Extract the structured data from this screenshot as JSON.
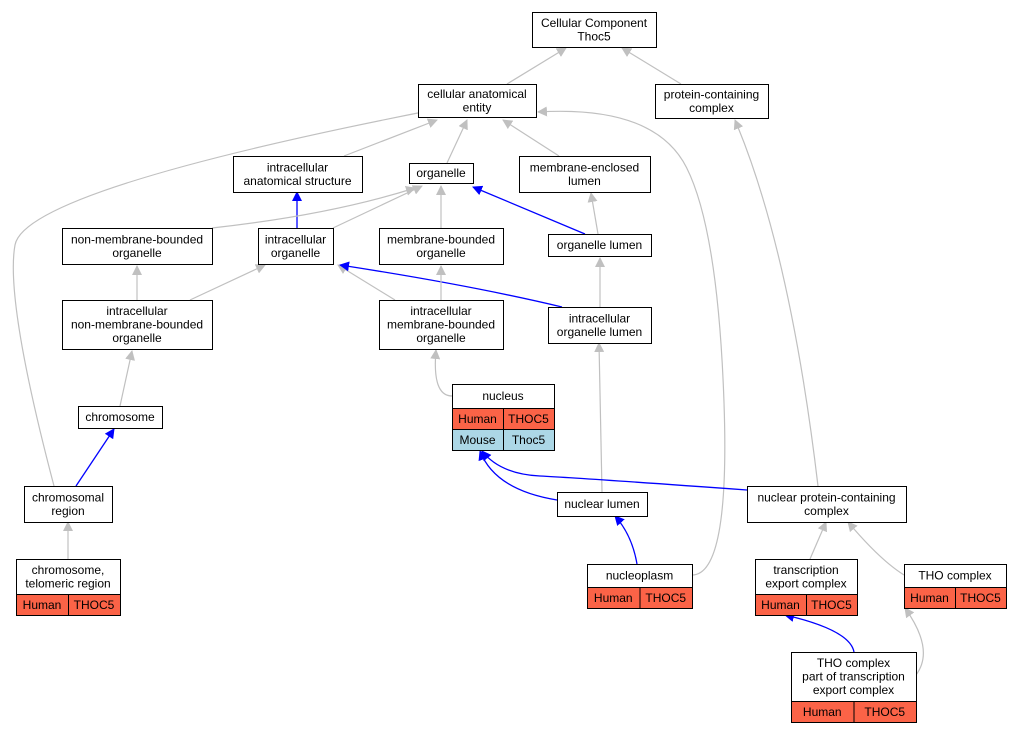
{
  "colors": {
    "human": "#fb6347",
    "mouse": "#acd7e6",
    "edge_is_a": "#c0c0c0",
    "edge_part_of": "#0000ff"
  },
  "nodes": {
    "root": [
      "Cellular Component",
      "Thoc5"
    ],
    "cae": [
      "cellular anatomical",
      "entity"
    ],
    "pcc": [
      "protein-containing",
      "complex"
    ],
    "ias": [
      "intracellular",
      "anatomical structure"
    ],
    "organelle": [
      "organelle"
    ],
    "mel": [
      "membrane-enclosed",
      "lumen"
    ],
    "nmbo": [
      "non-membrane-bounded",
      "organelle"
    ],
    "io": [
      "intracellular",
      "organelle"
    ],
    "mbo": [
      "membrane-bounded",
      "organelle"
    ],
    "ol": [
      "organelle lumen"
    ],
    "inmbo": [
      "intracellular",
      "non-membrane-bounded",
      "organelle"
    ],
    "imbo": [
      "intracellular",
      "membrane-bounded",
      "organelle"
    ],
    "iol": [
      "intracellular",
      "organelle lumen"
    ],
    "nucleus": [
      "nucleus"
    ],
    "chromosome": [
      "chromosome"
    ],
    "chromreg": [
      "chromosomal",
      "region"
    ],
    "nuclum": [
      "nuclear lumen"
    ],
    "npcc": [
      "nuclear protein-containing",
      "complex"
    ],
    "telomeric": [
      "chromosome,",
      "telomeric region"
    ],
    "nucleoplasm": [
      "nucleoplasm"
    ],
    "tec": [
      "transcription",
      "export complex"
    ],
    "tho": [
      "THO complex"
    ],
    "thotrex": [
      "THO complex",
      "part of transcription",
      "export complex"
    ]
  },
  "annotations": {
    "nucleus": [
      {
        "species": "Human",
        "gene": "THOC5"
      },
      {
        "species": "Mouse",
        "gene": "Thoc5"
      }
    ],
    "telomeric": [
      {
        "species": "Human",
        "gene": "THOC5"
      }
    ],
    "nucleoplasm": [
      {
        "species": "Human",
        "gene": "THOC5"
      }
    ],
    "tec": [
      {
        "species": "Human",
        "gene": "THOC5"
      }
    ],
    "tho": [
      {
        "species": "Human",
        "gene": "THOC5"
      }
    ],
    "thotrex": [
      {
        "species": "Human",
        "gene": "THOC5"
      }
    ]
  },
  "edges": [
    {
      "from": "cae",
      "to": "root",
      "type": "is_a"
    },
    {
      "from": "pcc",
      "to": "root",
      "type": "is_a"
    },
    {
      "from": "ias",
      "to": "cae",
      "type": "is_a"
    },
    {
      "from": "organelle",
      "to": "cae",
      "type": "is_a"
    },
    {
      "from": "mel",
      "to": "cae",
      "type": "is_a"
    },
    {
      "from": "chromreg",
      "to": "cae",
      "type": "is_a"
    },
    {
      "from": "nucleoplasm",
      "to": "cae",
      "type": "is_a"
    },
    {
      "from": "io",
      "to": "ias",
      "type": "part_of"
    },
    {
      "from": "nmbo",
      "to": "organelle",
      "type": "is_a"
    },
    {
      "from": "io",
      "to": "organelle",
      "type": "is_a"
    },
    {
      "from": "mbo",
      "to": "organelle",
      "type": "is_a"
    },
    {
      "from": "ol",
      "to": "organelle",
      "type": "part_of"
    },
    {
      "from": "ol",
      "to": "mel",
      "type": "is_a"
    },
    {
      "from": "inmbo",
      "to": "nmbo",
      "type": "is_a"
    },
    {
      "from": "inmbo",
      "to": "io",
      "type": "is_a"
    },
    {
      "from": "imbo",
      "to": "io",
      "type": "is_a"
    },
    {
      "from": "iol",
      "to": "io",
      "type": "part_of"
    },
    {
      "from": "imbo",
      "to": "mbo",
      "type": "is_a"
    },
    {
      "from": "iol",
      "to": "ol",
      "type": "is_a"
    },
    {
      "from": "nuclum",
      "to": "iol",
      "type": "is_a"
    },
    {
      "from": "nucleus",
      "to": "imbo",
      "type": "is_a"
    },
    {
      "from": "chromosome",
      "to": "inmbo",
      "type": "is_a"
    },
    {
      "from": "chromreg",
      "to": "chromosome",
      "type": "part_of"
    },
    {
      "from": "nuclum",
      "to": "nucleus",
      "type": "part_of"
    },
    {
      "from": "npcc",
      "to": "nucleus",
      "type": "part_of"
    },
    {
      "from": "npcc",
      "to": "pcc",
      "type": "is_a"
    },
    {
      "from": "telomeric",
      "to": "chromreg",
      "type": "is_a"
    },
    {
      "from": "nucleoplasm",
      "to": "nuclum",
      "type": "part_of"
    },
    {
      "from": "tec",
      "to": "npcc",
      "type": "is_a"
    },
    {
      "from": "tho",
      "to": "npcc",
      "type": "is_a"
    },
    {
      "from": "thotrex",
      "to": "tec",
      "type": "part_of"
    },
    {
      "from": "thotrex",
      "to": "tho",
      "type": "is_a"
    }
  ]
}
